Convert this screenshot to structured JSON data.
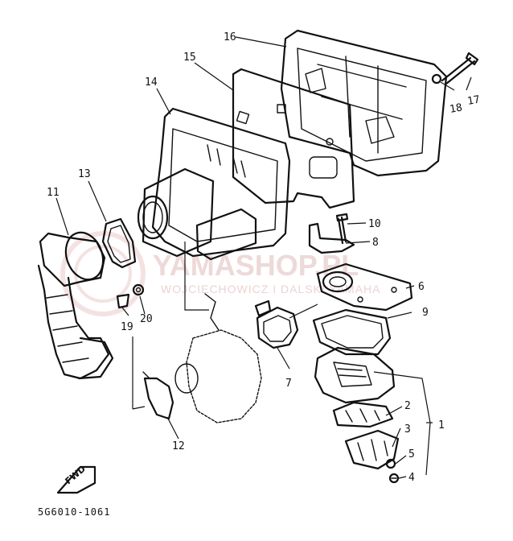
{
  "watermark": {
    "brand": "YAMASHOP.PL",
    "subtitle": "WOJCIECHOWICZ I DALSKI YAMAHA"
  },
  "diagram_code": "5G6010-1061",
  "fwd_label": "FWD",
  "callouts": {
    "c1": "1",
    "c2": "2",
    "c3": "3",
    "c4": "4",
    "c5": "5",
    "c6": "6",
    "c7": "7",
    "c8": "8",
    "c9": "9",
    "c10": "10",
    "c11": "11",
    "c12": "12",
    "c13": "13",
    "c14": "14",
    "c15": "15",
    "c16": "16",
    "c17": "17",
    "c18": "18",
    "c19": "19",
    "c20": "20"
  },
  "colors": {
    "ink": "#111111",
    "watermark": "#e7c9c9"
  }
}
